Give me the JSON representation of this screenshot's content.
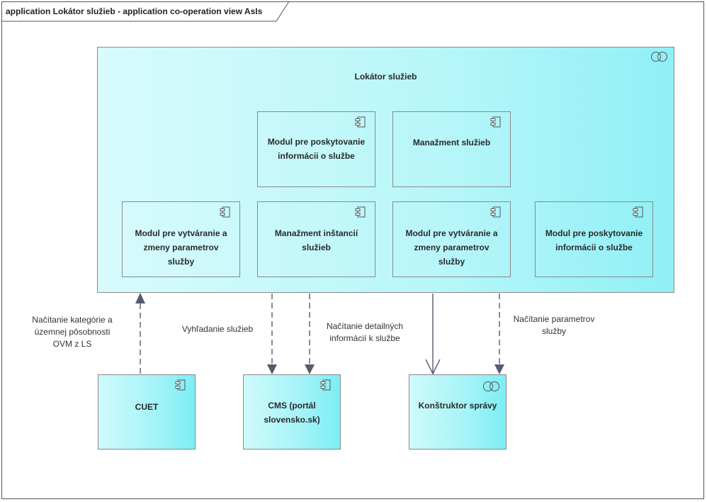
{
  "diagram": {
    "title": "application Lokátor služieb - application co-operation view AsIs"
  },
  "container": {
    "label": "Lokátor služieb",
    "icon": "collaboration-icon"
  },
  "inner_components": [
    {
      "label_lines": [
        "Modul pre poskytovanie",
        "informácii o službe"
      ],
      "icon": "component-icon"
    },
    {
      "label_lines": [
        "Manažment služieb"
      ],
      "icon": "component-icon"
    },
    {
      "label_lines": [
        "Modul pre vytváranie a",
        "zmeny parametrov",
        "služby"
      ],
      "icon": "component-icon"
    },
    {
      "label_lines": [
        "Manažment inštancií",
        "služieb"
      ],
      "icon": "component-icon"
    },
    {
      "label_lines": [
        "Modul pre vytváranie a",
        "zmeny parametrov",
        "služby"
      ],
      "icon": "component-icon"
    },
    {
      "label_lines": [
        "Modul pre poskytovanie",
        "informácii o službe"
      ],
      "icon": "component-icon"
    }
  ],
  "external_elements": [
    {
      "label_lines": [
        "CUET"
      ],
      "icon": "component-icon"
    },
    {
      "label_lines": [
        "CMS (portál",
        "slovensko.sk)"
      ],
      "icon": "component-icon"
    },
    {
      "label_lines": [
        "Konštruktor správy"
      ],
      "icon": "collaboration-icon"
    }
  ],
  "relations": [
    {
      "label_lines": [
        "Načítanie kategórie a",
        "územnej pôsobnosti",
        "OVM z LS"
      ],
      "style": "dashed",
      "from": "CUET",
      "to": "Lokátor služieb"
    },
    {
      "label_lines": [
        "Vyhľadanie služieb"
      ],
      "style": "dashed",
      "from": "Lokátor služieb",
      "to": "CMS (portál slovensko.sk)"
    },
    {
      "label_lines": [
        "Načítanie detailných",
        "informácií k službe"
      ],
      "style": "dashed",
      "from": "Lokátor služieb",
      "to": "CMS (portál slovensko.sk)"
    },
    {
      "label_lines": [],
      "style": "solid",
      "from": "Lokátor služieb",
      "to": "Konštruktor správy"
    },
    {
      "label_lines": [
        "Načítanie parametrov",
        "služby"
      ],
      "style": "dashed",
      "from": "Lokátor služieb",
      "to": "Konštruktor správy"
    }
  ],
  "colors": {
    "fill": "#a8f4f8",
    "border": "#8a8a8a",
    "arrow": "#555b6e"
  }
}
